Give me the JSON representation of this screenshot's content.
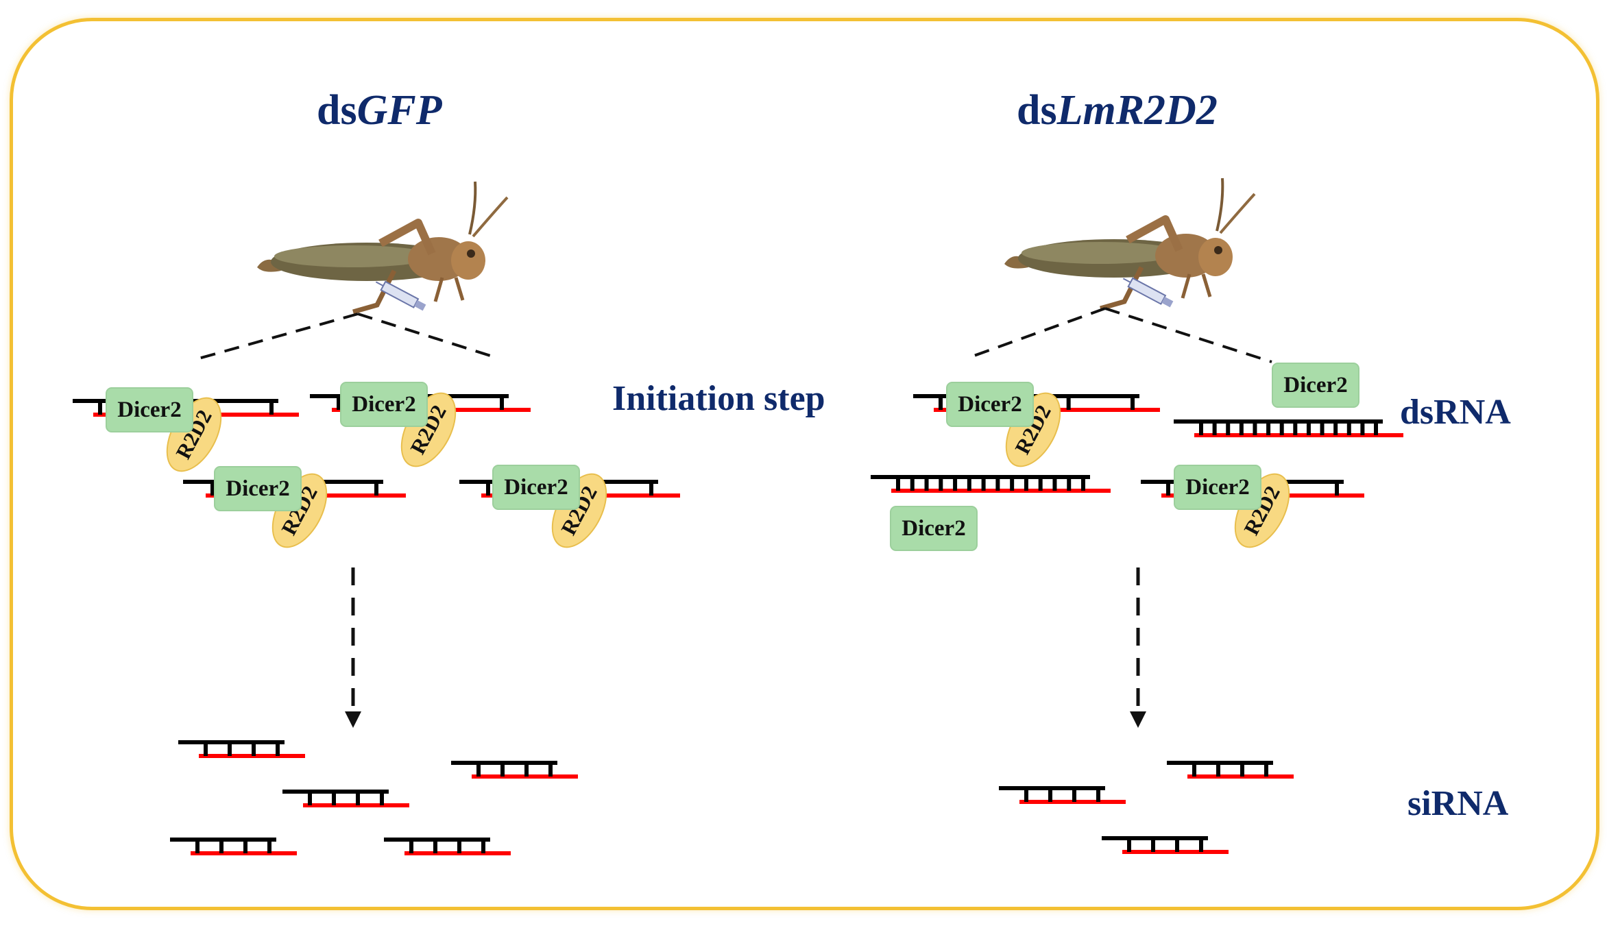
{
  "titles": {
    "left_prefix": "ds",
    "left_gene": "GFP",
    "right_prefix": "ds",
    "right_gene": "LmR2D2"
  },
  "labels": {
    "initiation": "Initiation step",
    "dsrna": "dsRNA",
    "sirna": "siRNA"
  },
  "proteins": {
    "dicer": "Dicer2",
    "r2d2": "R2D2"
  },
  "colors": {
    "frame": "#f3c033",
    "text": "#0f2a6b",
    "sense_strand": "#000000",
    "antisense_strand": "#ff0000",
    "dicer_fill": "#a9dca9",
    "r2d2_fill": "#f8d982"
  },
  "icons": {
    "organism": "locust-icon",
    "injection": "syringe-icon"
  }
}
